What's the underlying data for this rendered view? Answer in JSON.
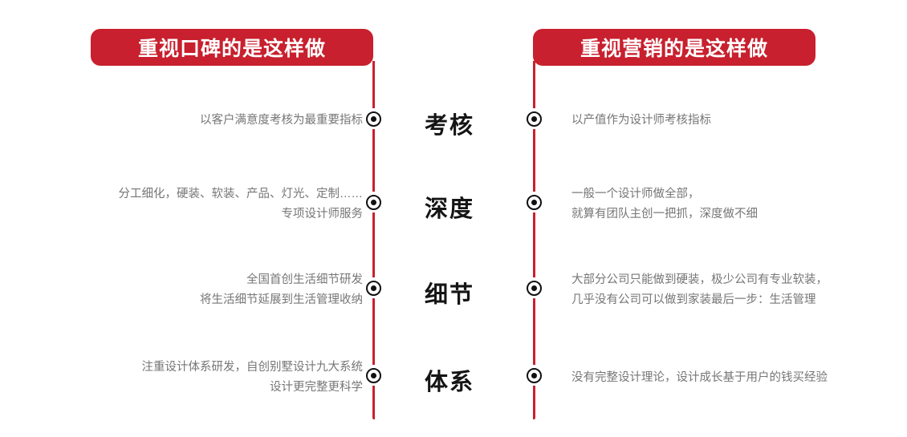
{
  "headers": {
    "left": "重视口碑的是这样做",
    "right": "重视营销的是这样做"
  },
  "colors": {
    "banner_red": "#c8202e",
    "rail_red": "#c8202e",
    "body_text": "#767676",
    "label_text": "#151515",
    "background": "#ffffff"
  },
  "rows": [
    {
      "label": "考核",
      "left": "以客户满意度考核为最重要指标",
      "right": "以产值作为设计师考核指标"
    },
    {
      "label": "深度",
      "left": "分工细化，硬装、软装、产品、灯光、定制……\n专项设计师服务",
      "right": "一般一个设计师做全部，\n就算有团队主创一把抓，深度做不细"
    },
    {
      "label": "细节",
      "left": "全国首创生活细节研发\n将生活细节延展到生活管理收纳",
      "right": "大部分公司只能做到硬装，极少公司有专业软装，\n几乎没有公司可以做到家装最后一步：生活管理"
    },
    {
      "label": "体系",
      "left": "注重设计体系研发，自创别墅设计九大系统\n设计更完整更科学",
      "right": "没有完整设计理论，设计成长基于用户的钱买经验"
    }
  ]
}
